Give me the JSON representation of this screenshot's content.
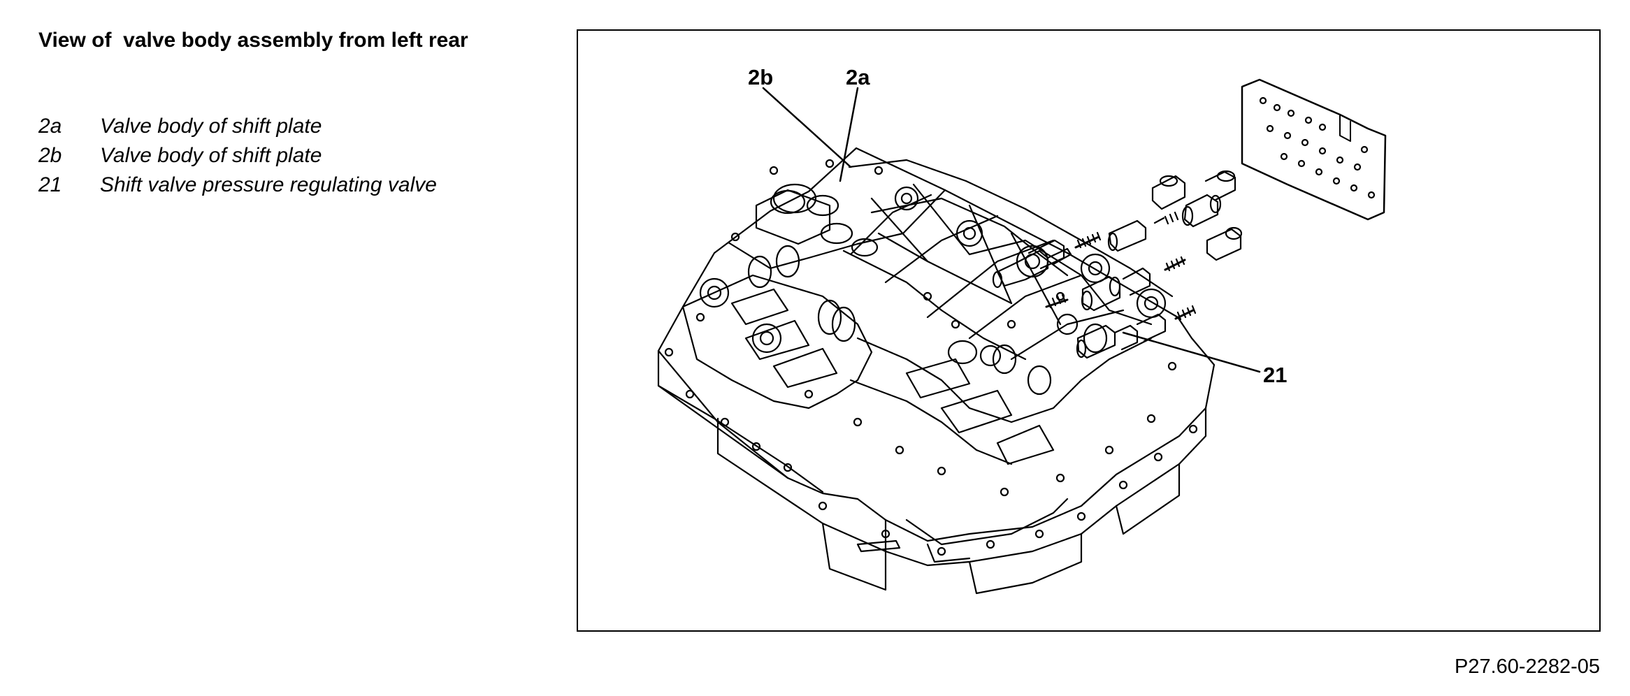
{
  "header": {
    "title": "View of  valve body assembly from left rear"
  },
  "legend": [
    {
      "code": "2a",
      "label": "Valve body of shift plate"
    },
    {
      "code": "2b",
      "label": "Valve body of shift plate"
    },
    {
      "code": "21",
      "label": "Shift valve pressure regulating valve"
    }
  ],
  "figure": {
    "callouts": {
      "label_2b": "2b",
      "label_2a": "2a",
      "label_21": "21"
    },
    "figure_id": "P27.60-2282-05"
  },
  "colors": {
    "line": "#000000",
    "background": "#ffffff"
  }
}
